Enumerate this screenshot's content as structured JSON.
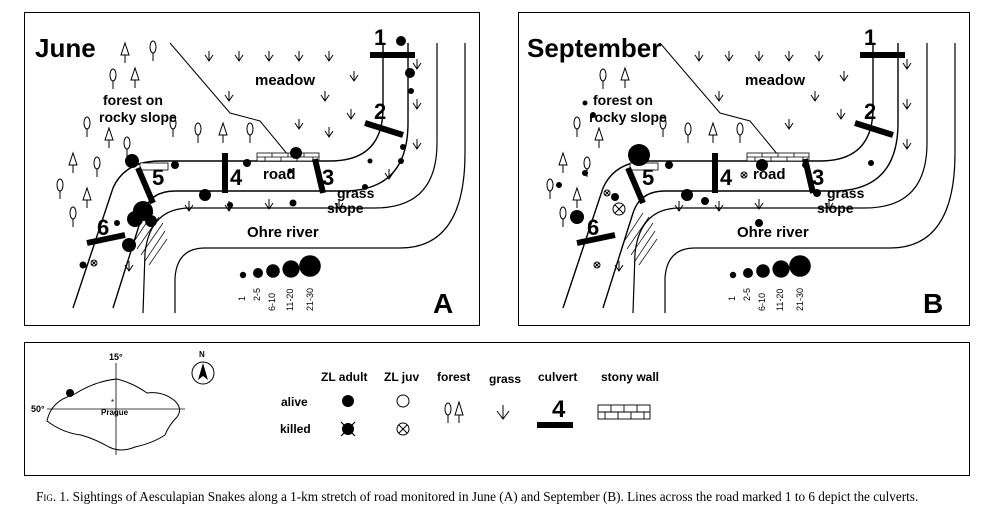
{
  "panels": [
    {
      "id": "A",
      "month": "June",
      "corner_letter": "A",
      "labels": {
        "meadow": "meadow",
        "forest_line1": "forest on",
        "forest_line2": "rocky slope",
        "road": "road",
        "grass_line1": "grass",
        "grass_line2": "slope",
        "river": "Ohre river"
      },
      "culverts": [
        "1",
        "2",
        "3",
        "4",
        "5",
        "6"
      ],
      "scale_labels": [
        "1",
        "2-5",
        "6-10",
        "11-20",
        "21-30"
      ]
    },
    {
      "id": "B",
      "month": "September",
      "corner_letter": "B",
      "labels": {
        "meadow": "meadow",
        "forest_line1": "forest on",
        "forest_line2": "rocky slope",
        "road": "road",
        "grass_line1": "grass",
        "grass_line2": "slope",
        "river": "Ohre river"
      },
      "culverts": [
        "1",
        "2",
        "3",
        "4",
        "5",
        "6"
      ],
      "scale_labels": [
        "1",
        "2-5",
        "6-10",
        "11-20",
        "21-30"
      ]
    }
  ],
  "map": {
    "lon_label": "15°",
    "lat_label": "50°",
    "city": "Prague",
    "north": "N"
  },
  "legend": {
    "zl_adult": "ZL adult",
    "zl_juv": "ZL juv",
    "forest": "forest",
    "grass": "grass",
    "culvert": "culvert",
    "culvert_number": "4",
    "stony_wall": "stony wall",
    "alive": "alive",
    "killed": "killed"
  },
  "caption": {
    "fig_label": "Fig. 1.",
    "text": "Sightings of Aesculapian Snakes along a 1-km stretch of road monitored in June (A) and September (B). Lines across the road marked 1 to 6 depict the culverts."
  }
}
